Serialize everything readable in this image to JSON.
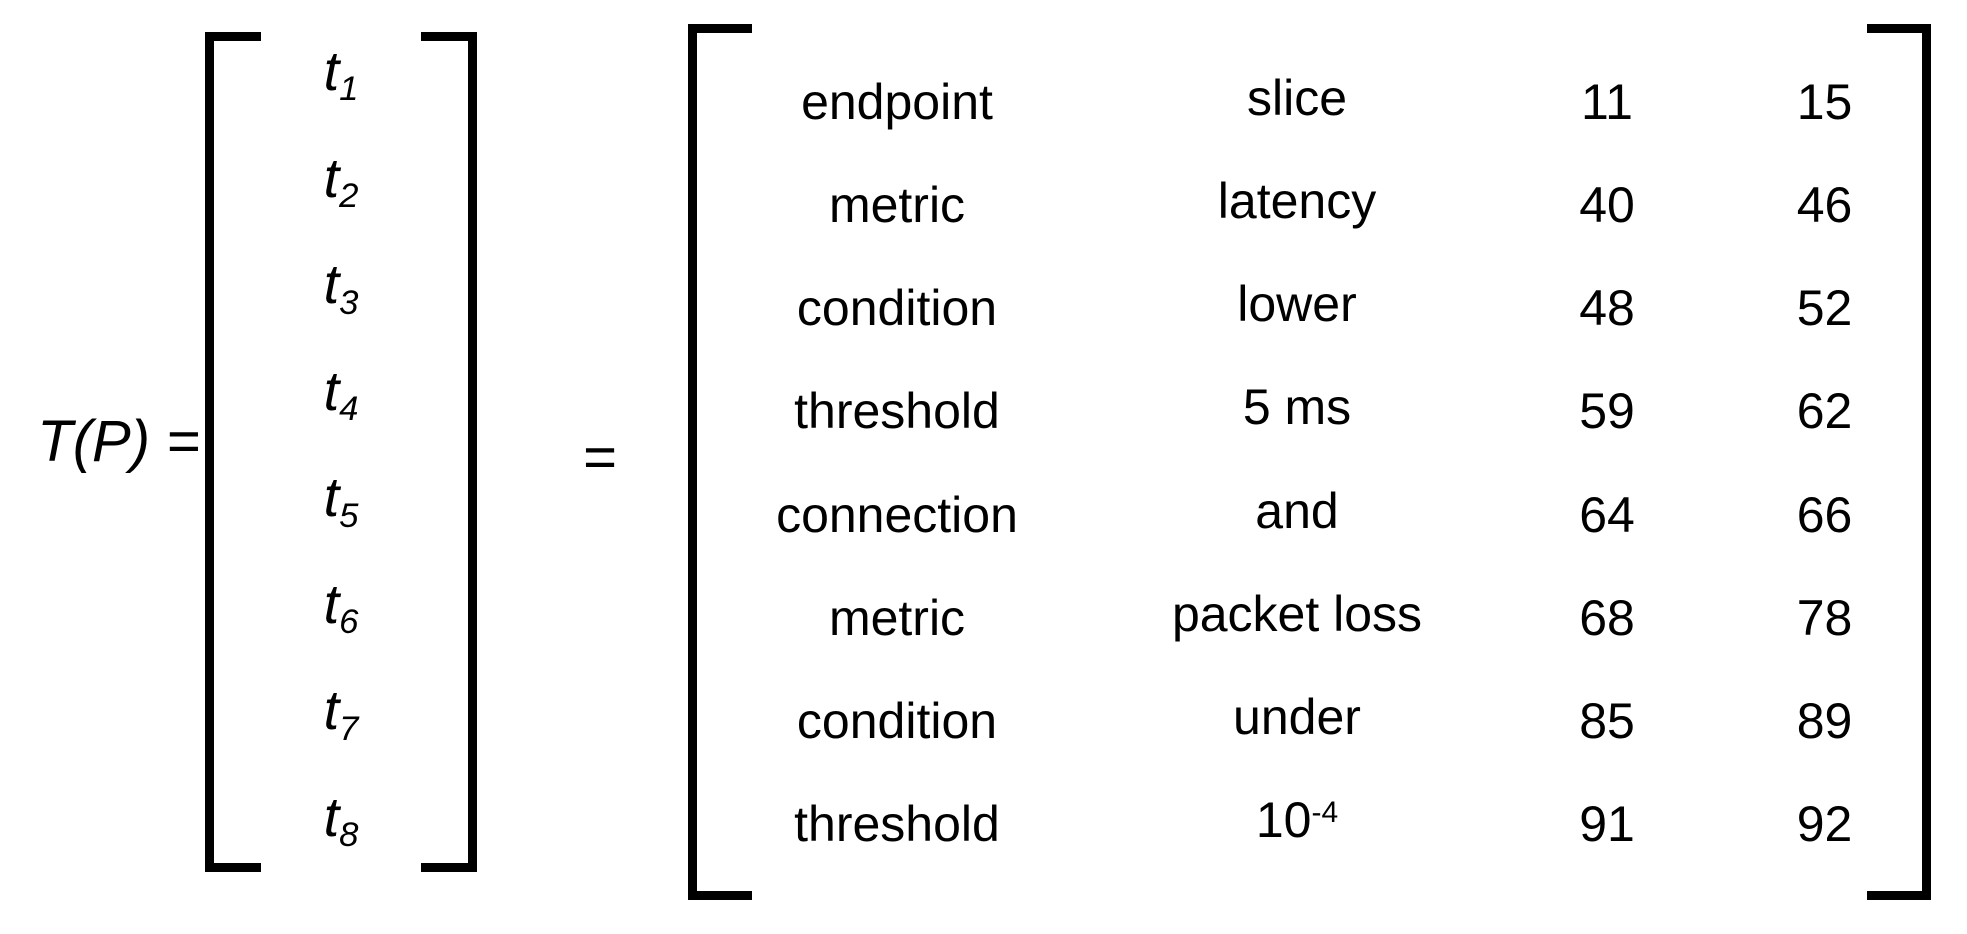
{
  "equation": {
    "lhs_label": "T(P) =",
    "equals_sign": "="
  },
  "vector": {
    "name": "token-vector",
    "cells": [
      {
        "base": "t",
        "sub": "1"
      },
      {
        "base": "t",
        "sub": "2"
      },
      {
        "base": "t",
        "sub": "3"
      },
      {
        "base": "t",
        "sub": "4"
      },
      {
        "base": "t",
        "sub": "5"
      },
      {
        "base": "t",
        "sub": "6"
      },
      {
        "base": "t",
        "sub": "7"
      },
      {
        "base": "t",
        "sub": "8"
      }
    ]
  },
  "table": {
    "name": "token-attribute-matrix",
    "rows": [
      {
        "type": "endpoint",
        "value": "slice",
        "value_sup": "",
        "start": "11",
        "end": "15"
      },
      {
        "type": "metric",
        "value": "latency",
        "value_sup": "",
        "start": "40",
        "end": "46"
      },
      {
        "type": "condition",
        "value": "lower",
        "value_sup": "",
        "start": "48",
        "end": "52"
      },
      {
        "type": "threshold",
        "value": "5 ms",
        "value_sup": "",
        "start": "59",
        "end": "62"
      },
      {
        "type": "connection",
        "value": "and",
        "value_sup": "",
        "start": "64",
        "end": "66"
      },
      {
        "type": "metric",
        "value": "packet loss",
        "value_sup": "",
        "start": "68",
        "end": "78"
      },
      {
        "type": "condition",
        "value": "under",
        "value_sup": "",
        "start": "85",
        "end": "89"
      },
      {
        "type": "threshold",
        "value": "10",
        "value_sup": "-4",
        "start": "91",
        "end": "92"
      }
    ]
  },
  "colors": {
    "ink": "#000000",
    "paper": "#ffffff"
  }
}
